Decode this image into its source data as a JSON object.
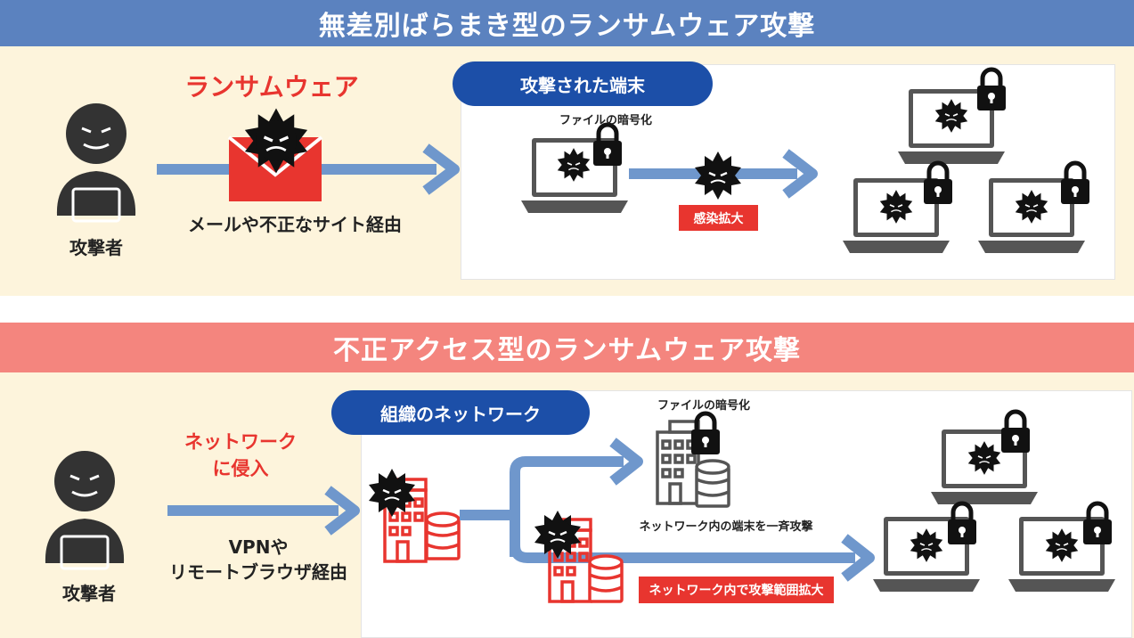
{
  "section1": {
    "title": "無差別ばらまき型のランサムウェア攻撃",
    "attacker_label": "攻撃者",
    "ransomware_label": "ランサムウェア",
    "route_label": "メールや不正なサイト経由",
    "terminal_pill": "攻撃された端末",
    "encrypt_label": "ファイルの暗号化",
    "spread_label": "感染拡大"
  },
  "section2": {
    "title": "不正アクセス型のランサムウェア攻撃",
    "attacker_label": "攻撃者",
    "intrusion_label_line1": "ネットワーク",
    "intrusion_label_line2": "に侵入",
    "route_label_line1": "VPNや",
    "route_label_line2": "リモートブラウザ経由",
    "network_pill": "組織のネットワーク",
    "encrypt_label": "ファイルの暗号化",
    "simultaneous_label": "ネットワーク内の端末を一斉攻撃",
    "expand_label": "ネットワーク内で攻撃範囲拡大"
  },
  "colors": {
    "band1": "#5b82bf",
    "band2": "#f4857e",
    "panel_bg": "#fdf4dc",
    "pill": "#1c4fa8",
    "accent_red": "#e8352f",
    "arrow": "#6f97cc",
    "device_gray": "#555555"
  },
  "icons": [
    "attacker-icon",
    "envelope-icon",
    "virus-icon",
    "laptop-icon",
    "lock-icon",
    "building-icon",
    "database-icon"
  ]
}
